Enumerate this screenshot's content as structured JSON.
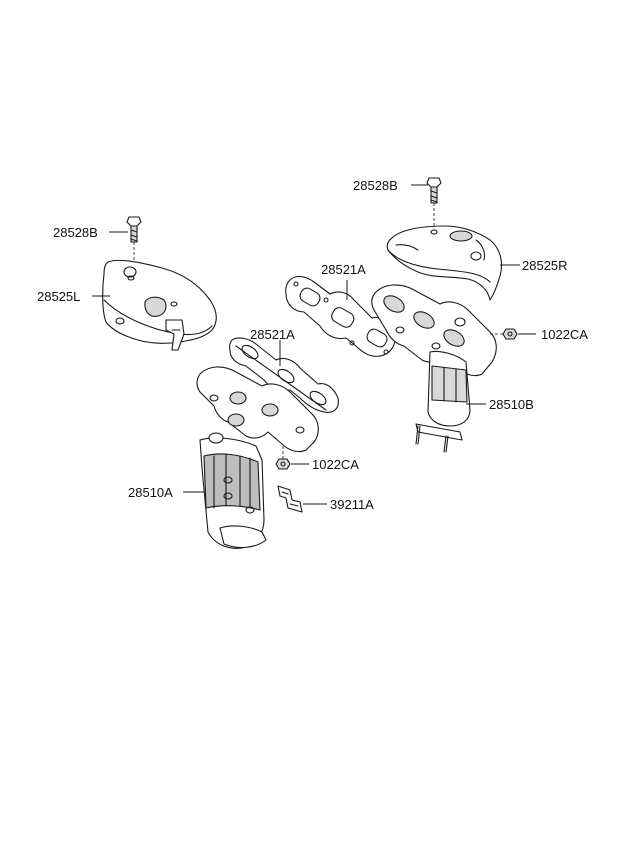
{
  "labels": {
    "bolt_right": "28528B",
    "bolt_left": "28528B",
    "heat_shield_right": "28525R",
    "heat_shield_left": "28525L",
    "gasket_upper": "28521A",
    "gasket_lower": "28521A",
    "nut_right": "1022CA",
    "nut_left": "1022CA",
    "manifold_right": "28510B",
    "manifold_left": "28510A",
    "bracket": "39211A"
  }
}
